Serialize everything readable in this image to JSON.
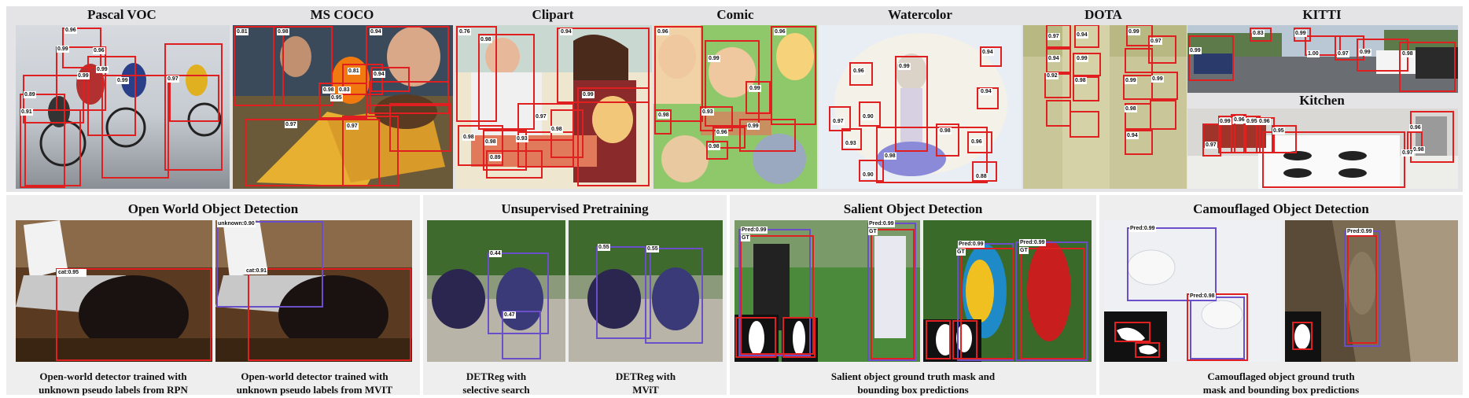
{
  "datasets": [
    {
      "title": "Pascal VOC",
      "labels": [
        "0.96",
        "0.99",
        "0.96",
        "0.99",
        "0.99",
        "0.97",
        "0.89",
        "0.99",
        "0.91"
      ]
    },
    {
      "title": "MS COCO",
      "labels": [
        "0.81",
        "0.98",
        "0.94",
        "0.81",
        "0.94",
        "0.98",
        "0.83",
        "0.95",
        "0.97",
        "0.97"
      ]
    },
    {
      "title": "Clipart",
      "labels": [
        "0.76",
        "0.98",
        "0.94",
        "0.99",
        "0.97",
        "0.98",
        "0.98",
        "0.98",
        "0.93",
        "0.89"
      ]
    },
    {
      "title": "Comic",
      "labels": [
        "0.96",
        "0.99",
        "0.96",
        "0.99",
        "0.98",
        "0.93",
        "0.96",
        "0.98",
        "0.99"
      ]
    },
    {
      "title": "Watercolor",
      "labels": [
        "0.99",
        "0.98",
        "0.96",
        "0.94",
        "0.97",
        "0.90",
        "0.93",
        "0.98",
        "0.96",
        "0.94",
        "0.90",
        "0.88"
      ]
    },
    {
      "title": "DOTA",
      "labels": [
        "0.97",
        "0.94",
        "0.99",
        "0.97",
        "0.94",
        "0.99",
        "0.92",
        "0.98",
        "0.99",
        "0.99",
        "0.98",
        "0.94"
      ]
    },
    {
      "title": "KITTI",
      "labels": [
        "0.99",
        "0.83",
        "0.99",
        "1.00",
        "0.97",
        "0.99",
        "0.98"
      ]
    },
    {
      "title": "Kitchen",
      "labels": [
        "0.97",
        "0.99",
        "0.96",
        "0.95",
        "0.96",
        "0.95",
        "0.96",
        "0.98",
        "0.97"
      ]
    }
  ],
  "panels": [
    {
      "title": "Open World Object Detection",
      "captions": [
        "Open-world detector trained with\nunknown pseudo labels from RPN",
        "Open-world detector trained with\nunknown pseudo labels from MVIT"
      ],
      "labels": [
        "cat:0.95",
        "unknown:0.90",
        "cat:0.91"
      ]
    },
    {
      "title": "Unsupervised Pretraining",
      "captions": [
        "DETReg with\nselective search",
        "DETReg with\nMViT"
      ],
      "labels": [
        "0.44",
        "0.47",
        "0.55",
        "0.55"
      ]
    },
    {
      "title": "Salient Object Detection",
      "captions": [
        "Salient object ground truth mask and\nbounding box predictions"
      ],
      "labels": [
        "Pred:0.99",
        "GT",
        "Pred:0.99",
        "GT",
        "Pred:0.99",
        "GT",
        "Pred:0.99",
        "GT"
      ]
    },
    {
      "title": "Camouflaged Object Detection",
      "captions": [
        "Camouflaged object ground truth\nmask and bounding box predictions"
      ],
      "labels": [
        "Pred:0.99",
        "Pred:0.98",
        "Pred:0.99"
      ]
    }
  ],
  "colors": {
    "box_red": "#e02020",
    "box_purple": "#6a4fc8",
    "band": "#e4e4e6"
  }
}
